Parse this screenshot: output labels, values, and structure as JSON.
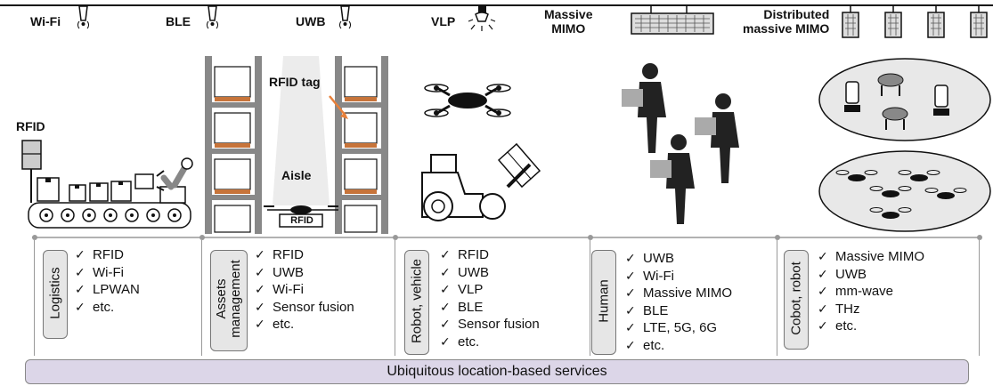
{
  "technologies": {
    "wifi": "Wi-Fi",
    "ble": "BLE",
    "uwb": "UWB",
    "vlp": "VLP",
    "massive_mimo_line1": "Massive",
    "massive_mimo_line2": "MIMO",
    "distributed_line1": "Distributed",
    "distributed_line2": "massive MIMO"
  },
  "scene": {
    "rfid": "RFID",
    "rfid_tag": "RFID tag",
    "aisle": "Aisle",
    "drone_rfid": "RFID"
  },
  "categories": [
    {
      "label": "Logistics",
      "items": [
        "RFID",
        "Wi-Fi",
        "LPWAN",
        "etc."
      ]
    },
    {
      "label_line1": "Assets",
      "label_line2": "management",
      "items": [
        "RFID",
        "UWB",
        "Wi-Fi",
        "Sensor fusion",
        "etc."
      ]
    },
    {
      "label": "Robot, vehicle",
      "items": [
        "RFID",
        "UWB",
        "VLP",
        "BLE",
        "Sensor fusion",
        "etc."
      ]
    },
    {
      "label": "Human",
      "items": [
        "UWB",
        "Wi-Fi",
        "Massive MIMO",
        "BLE",
        "LTE, 5G, 6G",
        "etc."
      ]
    },
    {
      "label": "Cobot, robot",
      "items": [
        "Massive MIMO",
        "UWB",
        "mm-wave",
        "THz",
        "etc."
      ]
    }
  ],
  "footer": "Ubiquitous location-based services",
  "colors": {
    "accent_arrow": "#e8803a",
    "footer_bg": "#dcd6e8",
    "box_bg": "#e6e6e6"
  }
}
